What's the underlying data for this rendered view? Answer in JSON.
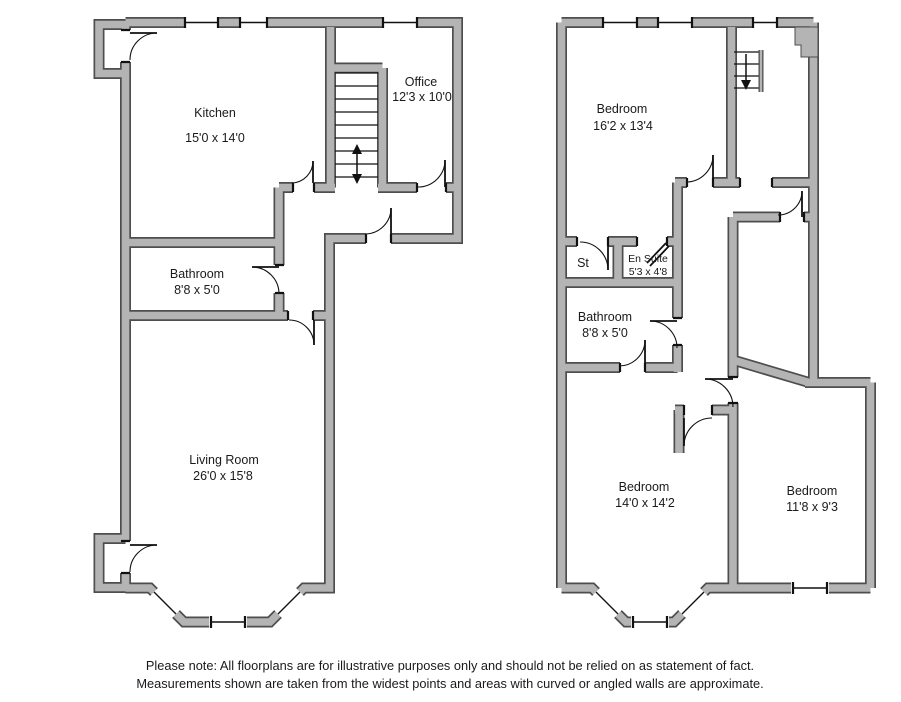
{
  "ground_floor": {
    "rooms": {
      "kitchen": {
        "name": "Kitchen",
        "dims": "15'0 x 14'0"
      },
      "office": {
        "name": "Office",
        "dims": "12'3 x 10'0"
      },
      "bathroom": {
        "name": "Bathroom",
        "dims": "8'8 x 5'0"
      },
      "living_room": {
        "name": "Living Room",
        "dims": "26'0 x 15'8"
      }
    }
  },
  "first_floor": {
    "rooms": {
      "bedroom_1": {
        "name": "Bedroom",
        "dims": "16'2 x 13'4"
      },
      "store": {
        "name": "St"
      },
      "en_suite": {
        "name": "En Suite",
        "dims": "5'3 x 4'8"
      },
      "bathroom": {
        "name": "Bathroom",
        "dims": "8'8 x 5'0"
      },
      "bedroom_2": {
        "name": "Bedroom",
        "dims": "14'0 x 14'2"
      },
      "bedroom_3": {
        "name": "Bedroom",
        "dims": "11'8 x 9'3"
      }
    }
  },
  "disclaimer": {
    "line1": "Please note: All floorplans are for illustrative purposes only and should not be relied on as statement of fact.",
    "line2": "Measurements shown are taken from the widest points and areas with curved or angled walls are approximate."
  },
  "colors": {
    "background": "#ffffff",
    "wall_fill": "#b4b4b4",
    "wall_stroke": "#4e4e4e",
    "line": "#111111",
    "text": "#1a1a1a"
  }
}
